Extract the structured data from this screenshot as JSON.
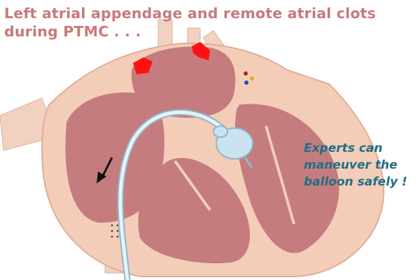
{
  "title": {
    "line1": "Left  atrial appendage and remote atrial clots",
    "line2": "during PTMC . . ."
  },
  "note": {
    "line1": "Experts can",
    "line2": "maneuver the",
    "line3": "balloon safely !"
  },
  "colors": {
    "title": "#c8797b",
    "note": "#1f6f86",
    "clot": "#ff1010",
    "tissue": "#f3cdb8",
    "chamber": "#c57c7e"
  }
}
